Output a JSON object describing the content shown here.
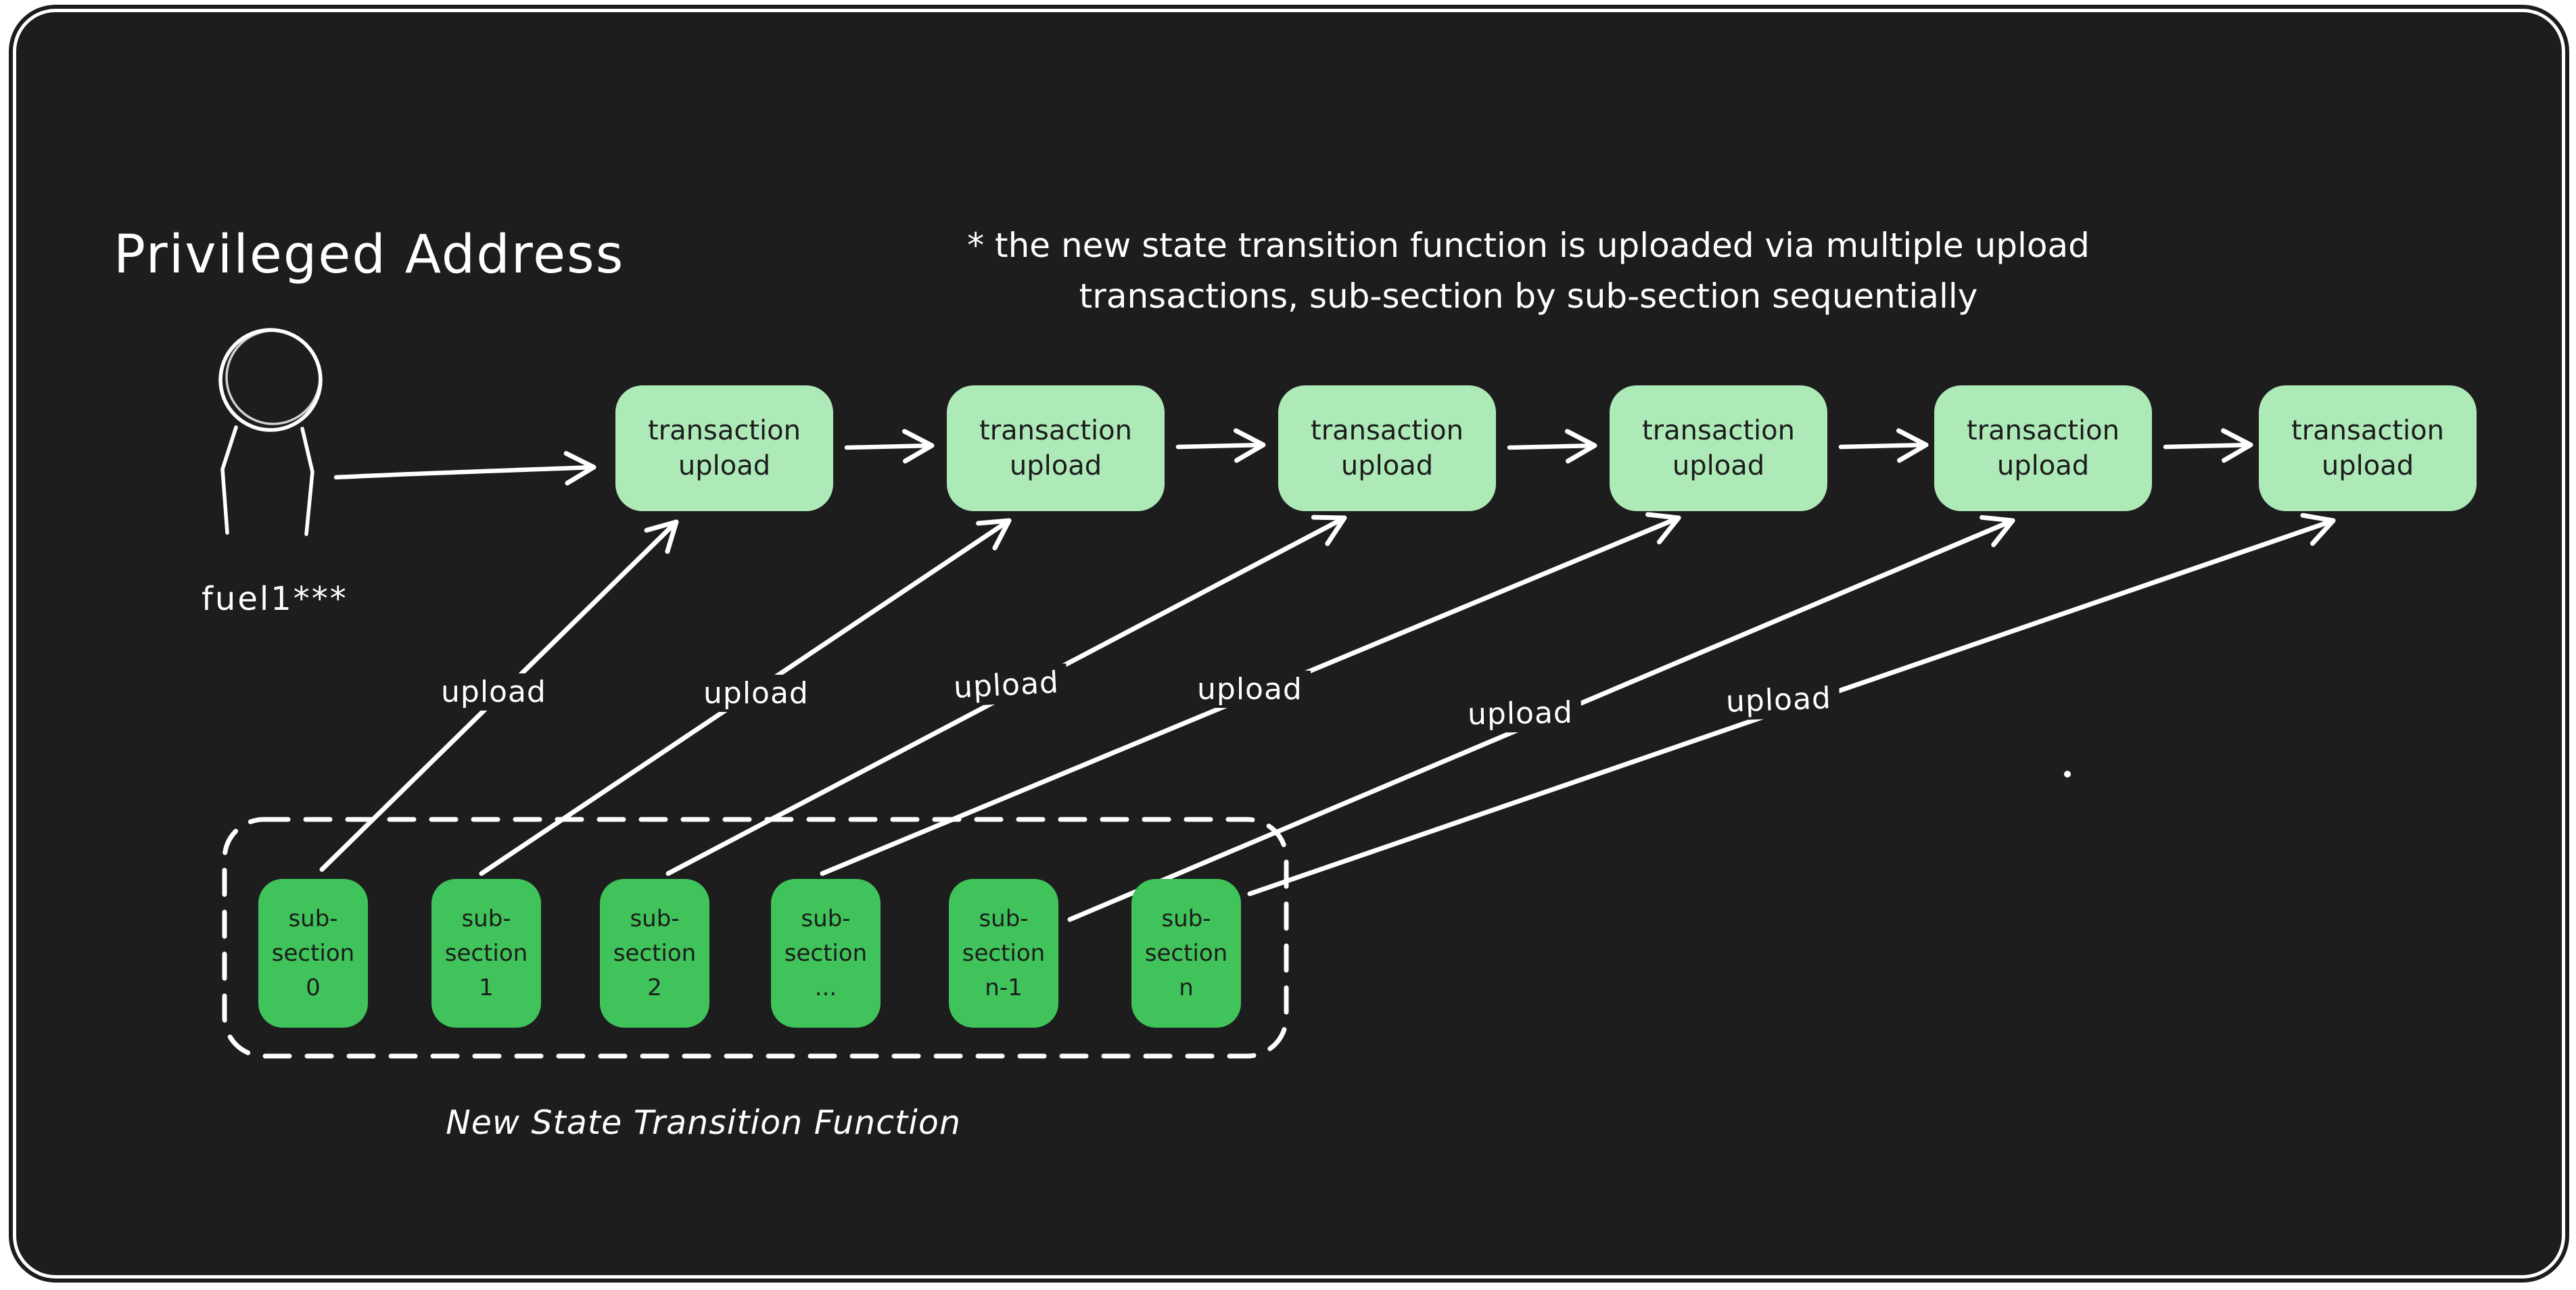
{
  "diagram": {
    "title": "Privileged Address",
    "address": "fuel1***",
    "note": {
      "line1": "* the new state transition function is uploaded via multiple upload",
      "line2": "transactions, sub-section by sub-section sequentially"
    },
    "group_label": "New State Transition Function",
    "transactions": [
      {
        "line1": "transaction",
        "line2": "upload"
      },
      {
        "line1": "transaction",
        "line2": "upload"
      },
      {
        "line1": "transaction",
        "line2": "upload"
      },
      {
        "line1": "transaction",
        "line2": "upload"
      },
      {
        "line1": "transaction",
        "line2": "upload"
      },
      {
        "line1": "transaction",
        "line2": "upload"
      }
    ],
    "subsections": [
      {
        "line1": "sub-",
        "line2": "section",
        "line3": "0"
      },
      {
        "line1": "sub-",
        "line2": "section",
        "line3": "1"
      },
      {
        "line1": "sub-",
        "line2": "section",
        "line3": "2"
      },
      {
        "line1": "sub-",
        "line2": "section",
        "line3": "..."
      },
      {
        "line1": "sub-",
        "line2": "section",
        "line3": "n-1"
      },
      {
        "line1": "sub-",
        "line2": "section",
        "line3": "n"
      }
    ],
    "uploads": [
      "upload",
      "upload",
      "upload",
      "upload",
      "upload",
      "upload"
    ],
    "colors": {
      "background": "#ffffff",
      "panel": "#1d1d1d",
      "transaction_fill": "#aee9b8",
      "subsection_fill": "#3fc35a",
      "box_text": "#1c1c1c",
      "stroke": "#ffffff"
    }
  }
}
